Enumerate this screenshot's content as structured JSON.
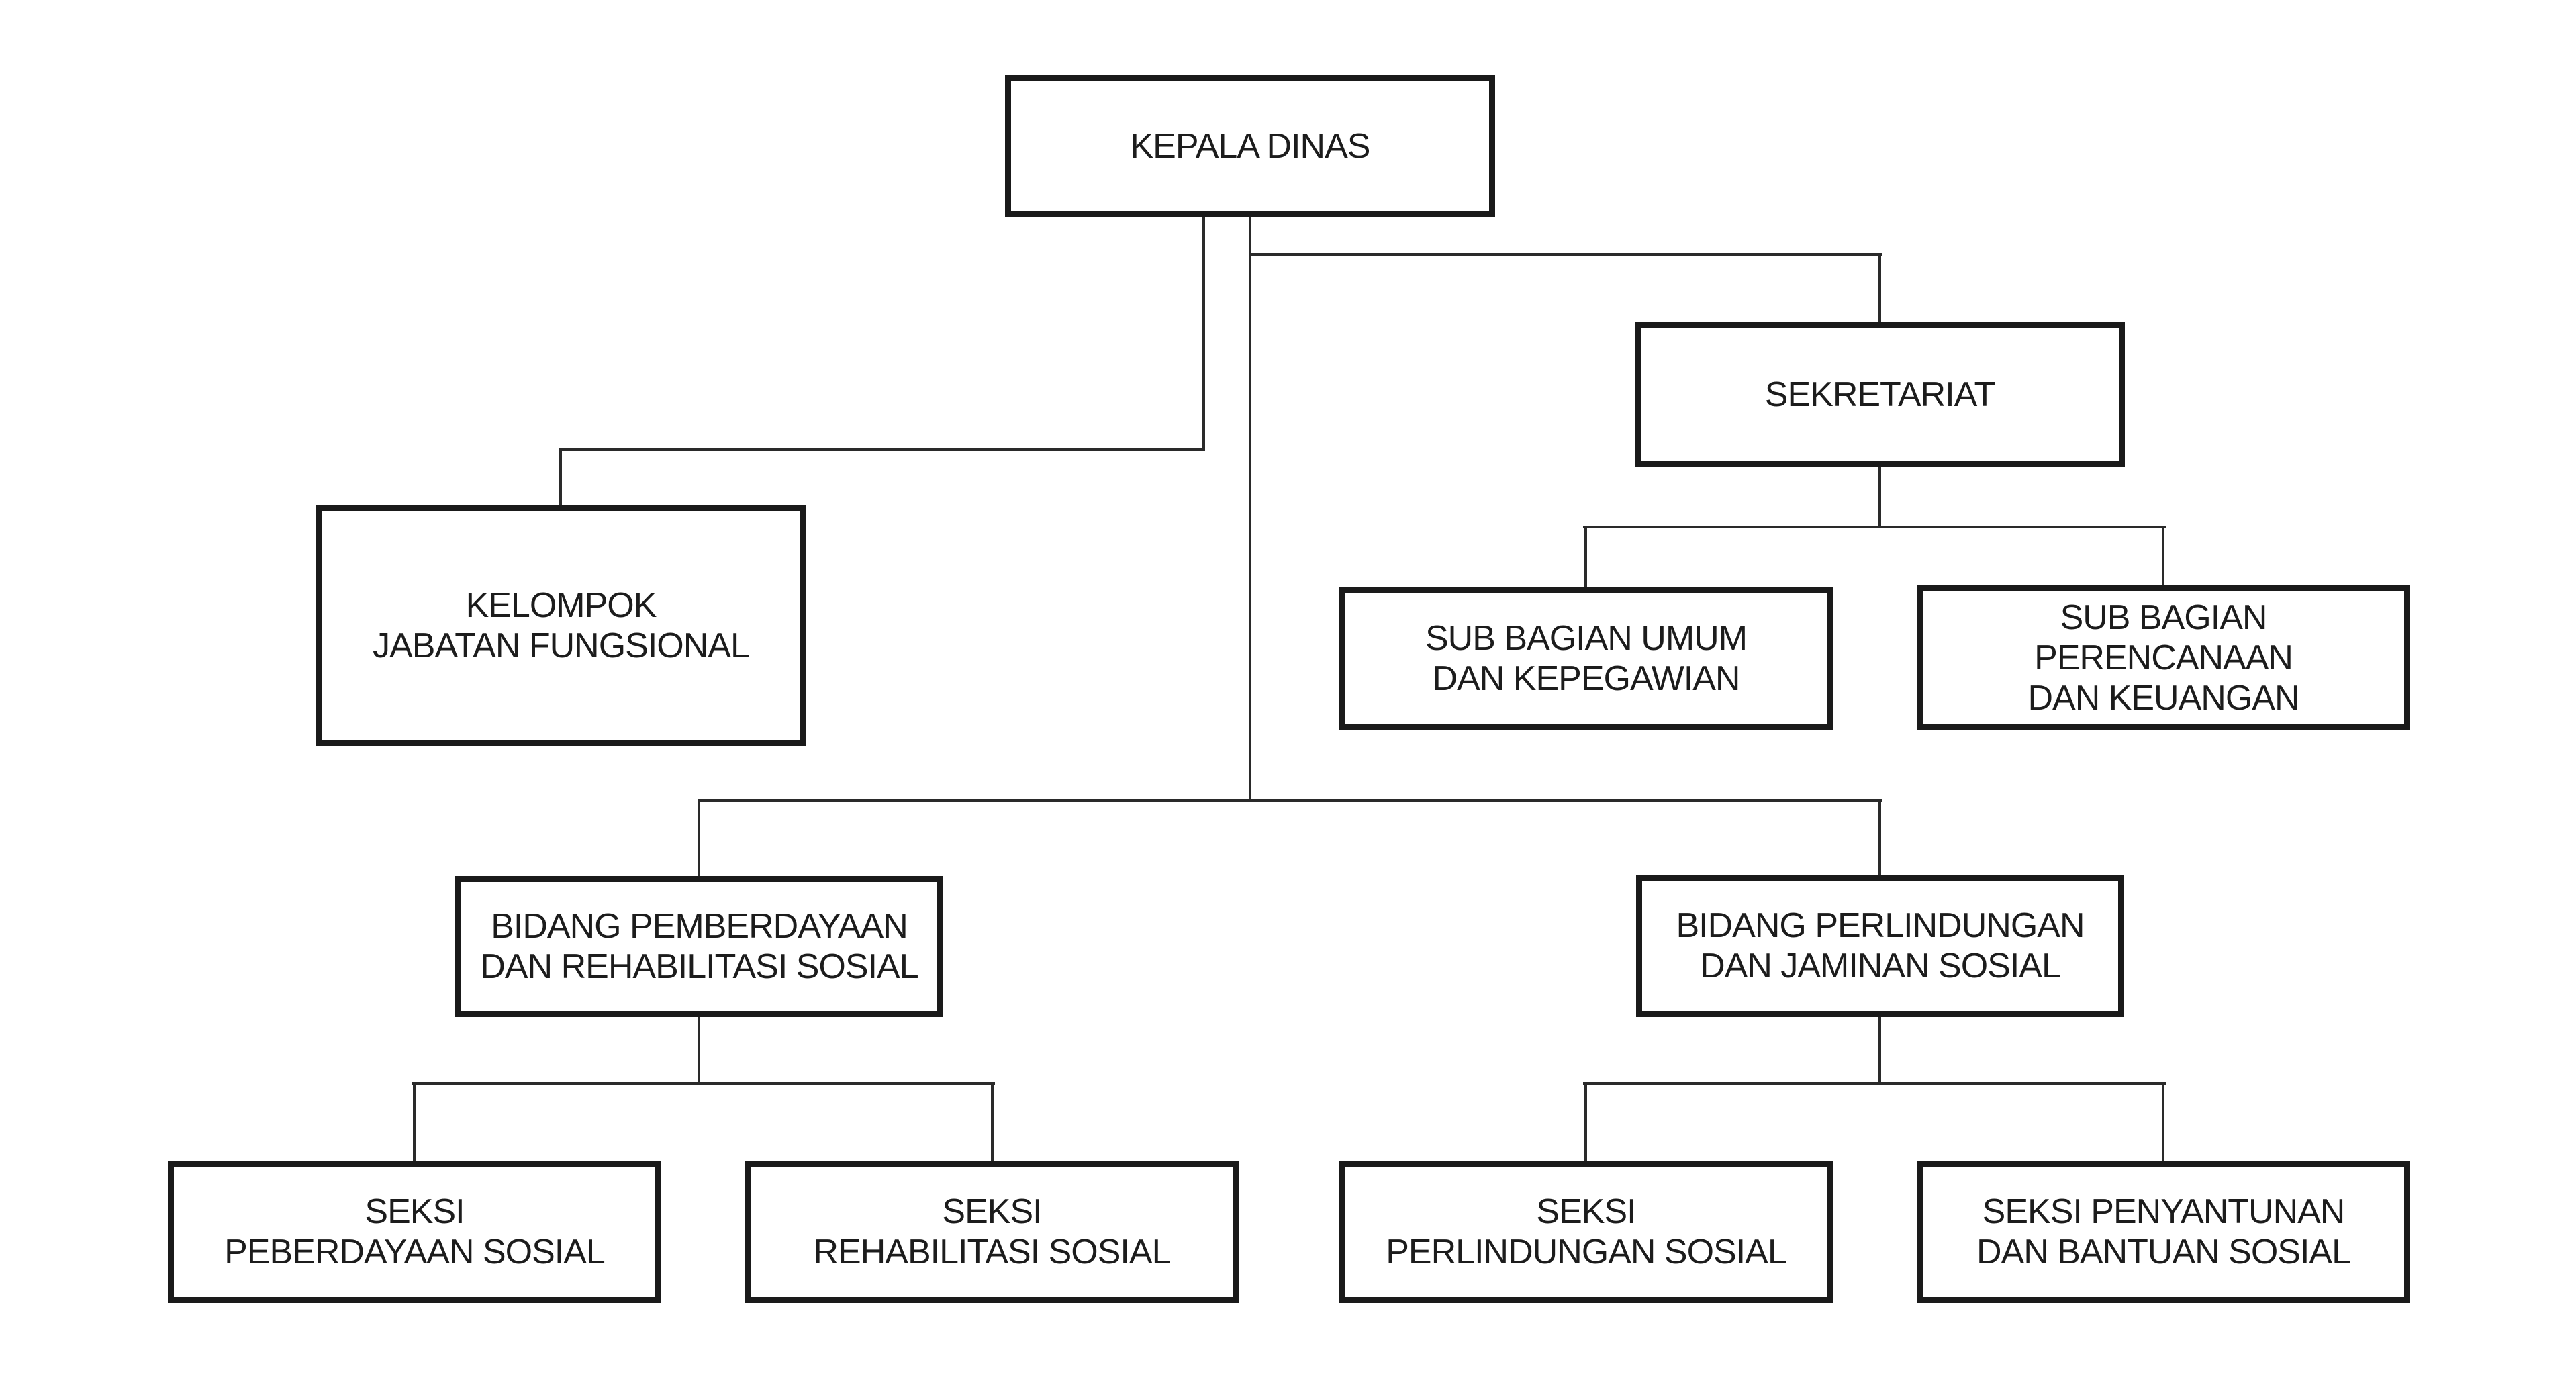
{
  "diagram": {
    "type": "org-chart",
    "description": "Organizational structure chart, black boxes and connector lines on white background"
  },
  "colors": {
    "background": "#ffffff",
    "border": "#1a1a1a",
    "line": "#2a2a2a",
    "text": "#1c1c1c"
  },
  "boxes": {
    "kepala_dinas": {
      "label": "KEPALA DINAS",
      "lines": [
        "KEPALA DINAS"
      ]
    },
    "sekretariat": {
      "label": "SEKRETARIAT",
      "lines": [
        "SEKRETARIAT"
      ]
    },
    "kelompok_jabatan_fungsional": {
      "label": "KELOMPOK JABATAN FUNGSIONAL",
      "lines": [
        "KELOMPOK",
        "JABATAN FUNGSIONAL"
      ]
    },
    "sub_bagian_umum": {
      "label": "SUB BAGIAN UMUM DAN KEPEGAWIAN",
      "lines": [
        "SUB BAGIAN UMUM",
        "DAN KEPEGAWIAN"
      ]
    },
    "sub_bagian_perencanaan": {
      "label": "SUB BAGIAN PERENCANAAN DAN KEUANGAN",
      "lines": [
        "SUB BAGIAN",
        "PERENCANAAN",
        "DAN KEUANGAN"
      ]
    },
    "bidang_pemberdayaan": {
      "label": "BIDANG PEMBERDAYAAN DAN REHABILITASI SOSIAL",
      "lines": [
        "BIDANG PEMBERDAYAAN",
        "DAN REHABILITASI SOSIAL"
      ]
    },
    "bidang_perlindungan": {
      "label": "BIDANG PERLINDUNGAN DAN JAMINAN SOSIAL",
      "lines": [
        "BIDANG PERLINDUNGAN",
        "DAN JAMINAN SOSIAL"
      ]
    },
    "seksi_peberdayaan": {
      "label": "SEKSI PEBERDAYAAN SOSIAL",
      "lines": [
        "SEKSI",
        "PEBERDAYAAN SOSIAL"
      ]
    },
    "seksi_rehabilitasi": {
      "label": "SEKSI REHABILITASI SOSIAL",
      "lines": [
        "SEKSI",
        "REHABILITASI SOSIAL"
      ]
    },
    "seksi_perlindungan": {
      "label": "SEKSI PERLINDUNGAN SOSIAL",
      "lines": [
        "SEKSI",
        "PERLINDUNGAN SOSIAL"
      ]
    },
    "seksi_penyantunan": {
      "label": "SEKSI PENYANTUNAN DAN BANTUAN SOSIAL",
      "lines": [
        "SEKSI PENYANTUNAN",
        "DAN BANTUAN SOSIAL"
      ]
    }
  },
  "hierarchy": {
    "root": "KEPALA DINAS",
    "edges": [
      [
        "KEPALA DINAS",
        "KELOMPOK JABATAN FUNGSIONAL"
      ],
      [
        "KEPALA DINAS",
        "SEKRETARIAT"
      ],
      [
        "SEKRETARIAT",
        "SUB BAGIAN UMUM DAN KEPEGAWIAN"
      ],
      [
        "SEKRETARIAT",
        "SUB BAGIAN PERENCANAAN DAN KEUANGAN"
      ],
      [
        "KEPALA DINAS",
        "BIDANG PEMBERDAYAAN DAN REHABILITASI SOSIAL"
      ],
      [
        "KEPALA DINAS",
        "BIDANG PERLINDUNGAN DAN JAMINAN SOSIAL"
      ],
      [
        "BIDANG PEMBERDAYAAN DAN REHABILITASI SOSIAL",
        "SEKSI PEBERDAYAAN SOSIAL"
      ],
      [
        "BIDANG PEMBERDAYAAN DAN REHABILITASI SOSIAL",
        "SEKSI REHABILITASI SOSIAL"
      ],
      [
        "BIDANG PERLINDUNGAN DAN JAMINAN SOSIAL",
        "SEKSI PERLINDUNGAN SOSIAL"
      ],
      [
        "BIDANG PERLINDUNGAN DAN JAMINAN SOSIAL",
        "SEKSI PENYANTUNAN DAN BANTUAN SOSIAL"
      ]
    ]
  }
}
